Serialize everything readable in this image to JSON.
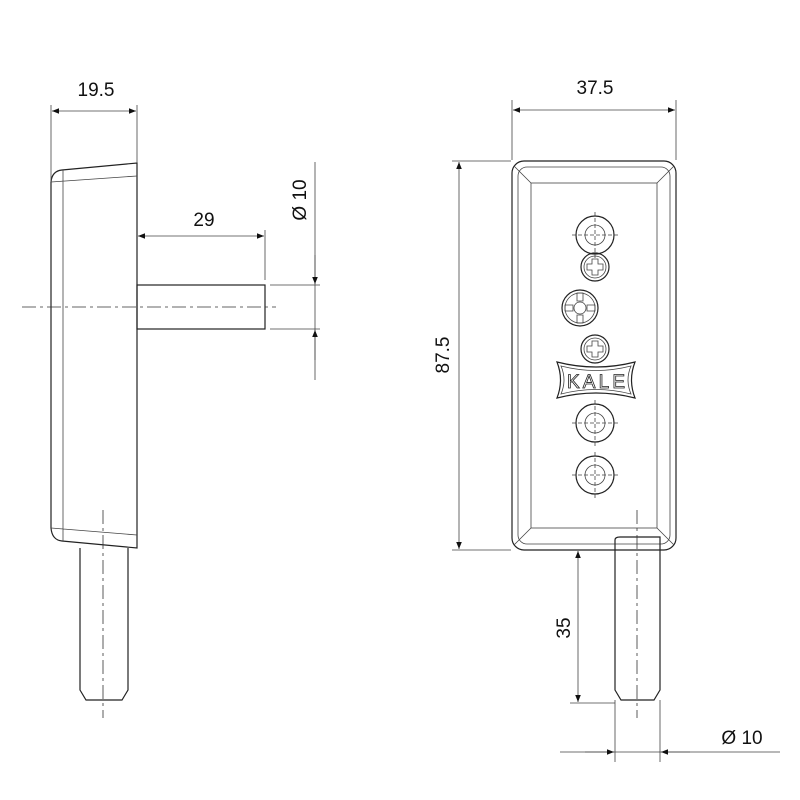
{
  "drawing": {
    "side_view": {
      "depth_dim": "19.5",
      "pin_length_dim": "29",
      "pin_diameter_dim": "Ø 10"
    },
    "front_view": {
      "width_dim": "37.5",
      "height_dim": "87.5",
      "pin_length_dim": "35",
      "pin_diameter_dim": "Ø 10",
      "logo_text": "KALE"
    },
    "colors": {
      "line": "#222222",
      "background": "#ffffff"
    }
  }
}
